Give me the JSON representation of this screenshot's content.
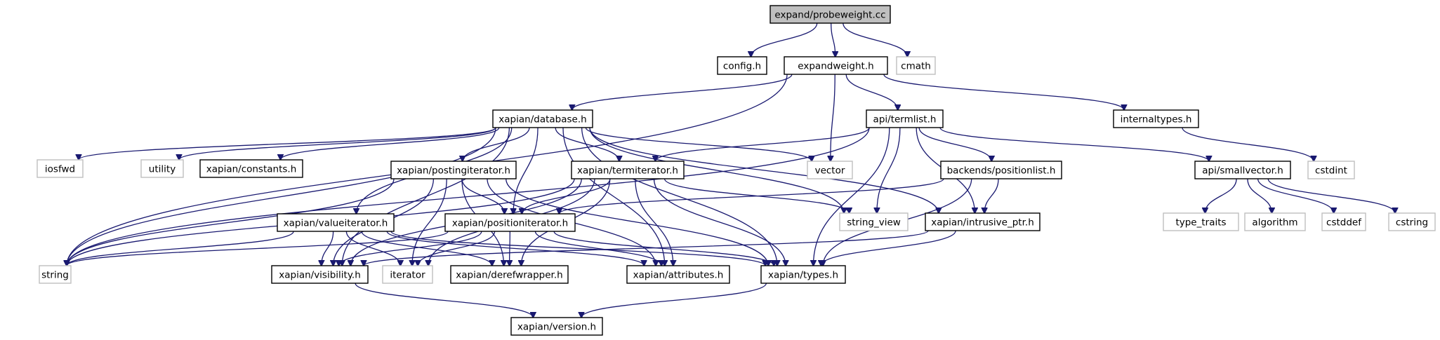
{
  "title": "expand/probeweight.cc",
  "colors": {
    "edge": "#191970",
    "root_fill": "#bfbfbf",
    "documented_border": "#000000",
    "external_border": "#bfbfbf",
    "external_text": "#000000"
  },
  "nodes": [
    {
      "id": "probeweight",
      "label": "expand/probeweight.cc",
      "kind": "root"
    },
    {
      "id": "config",
      "label": "config.h",
      "kind": "documented"
    },
    {
      "id": "expandweight",
      "label": "expandweight.h",
      "kind": "documented"
    },
    {
      "id": "cmath",
      "label": "cmath",
      "kind": "external"
    },
    {
      "id": "database",
      "label": "xapian/database.h",
      "kind": "documented"
    },
    {
      "id": "termlist",
      "label": "api/termlist.h",
      "kind": "documented"
    },
    {
      "id": "internaltypes",
      "label": "internaltypes.h",
      "kind": "documented"
    },
    {
      "id": "iosfwd",
      "label": "iosfwd",
      "kind": "external"
    },
    {
      "id": "utility",
      "label": "utility",
      "kind": "external"
    },
    {
      "id": "constants",
      "label": "xapian/constants.h",
      "kind": "documented"
    },
    {
      "id": "postingiterator",
      "label": "xapian/postingiterator.h",
      "kind": "documented"
    },
    {
      "id": "termiterator",
      "label": "xapian/termiterator.h",
      "kind": "documented"
    },
    {
      "id": "vector",
      "label": "vector",
      "kind": "external"
    },
    {
      "id": "positionlist",
      "label": "backends/positionlist.h",
      "kind": "documented"
    },
    {
      "id": "smallvector",
      "label": "api/smallvector.h",
      "kind": "documented"
    },
    {
      "id": "cstdint",
      "label": "cstdint",
      "kind": "external"
    },
    {
      "id": "valueiterator",
      "label": "xapian/valueiterator.h",
      "kind": "documented"
    },
    {
      "id": "positioniterator",
      "label": "xapian/positioniterator.h",
      "kind": "documented"
    },
    {
      "id": "string_view",
      "label": "string_view",
      "kind": "external"
    },
    {
      "id": "intrusive_ptr",
      "label": "xapian/intrusive_ptr.h",
      "kind": "documented"
    },
    {
      "id": "type_traits",
      "label": "type_traits",
      "kind": "external"
    },
    {
      "id": "algorithm",
      "label": "algorithm",
      "kind": "external"
    },
    {
      "id": "cstddef",
      "label": "cstddef",
      "kind": "external"
    },
    {
      "id": "cstring",
      "label": "cstring",
      "kind": "external"
    },
    {
      "id": "string",
      "label": "string",
      "kind": "external"
    },
    {
      "id": "visibility",
      "label": "xapian/visibility.h",
      "kind": "documented"
    },
    {
      "id": "iterator",
      "label": "iterator",
      "kind": "external"
    },
    {
      "id": "derefwrapper",
      "label": "xapian/derefwrapper.h",
      "kind": "documented"
    },
    {
      "id": "attributes",
      "label": "xapian/attributes.h",
      "kind": "documented"
    },
    {
      "id": "types",
      "label": "xapian/types.h",
      "kind": "documented"
    },
    {
      "id": "version",
      "label": "xapian/version.h",
      "kind": "documented"
    }
  ],
  "edges": [
    [
      "probeweight",
      "config"
    ],
    [
      "probeweight",
      "expandweight"
    ],
    [
      "probeweight",
      "cmath"
    ],
    [
      "expandweight",
      "database"
    ],
    [
      "expandweight",
      "termlist"
    ],
    [
      "expandweight",
      "internaltypes"
    ],
    [
      "expandweight",
      "vector"
    ],
    [
      "expandweight",
      "string"
    ],
    [
      "database",
      "iosfwd"
    ],
    [
      "database",
      "utility"
    ],
    [
      "database",
      "constants"
    ],
    [
      "database",
      "postingiterator"
    ],
    [
      "database",
      "termiterator"
    ],
    [
      "database",
      "vector"
    ],
    [
      "database",
      "valueiterator"
    ],
    [
      "database",
      "positioniterator"
    ],
    [
      "database",
      "string_view"
    ],
    [
      "database",
      "intrusive_ptr"
    ],
    [
      "database",
      "string"
    ],
    [
      "database",
      "visibility"
    ],
    [
      "database",
      "attributes"
    ],
    [
      "database",
      "types"
    ],
    [
      "termlist",
      "termiterator"
    ],
    [
      "termlist",
      "positionlist"
    ],
    [
      "termlist",
      "smallvector"
    ],
    [
      "termlist",
      "string_view"
    ],
    [
      "termlist",
      "intrusive_ptr"
    ],
    [
      "termlist",
      "string"
    ],
    [
      "termlist",
      "types"
    ],
    [
      "internaltypes",
      "cstdint"
    ],
    [
      "postingiterator",
      "positioniterator"
    ],
    [
      "postingiterator",
      "string"
    ],
    [
      "postingiterator",
      "visibility"
    ],
    [
      "postingiterator",
      "iterator"
    ],
    [
      "postingiterator",
      "derefwrapper"
    ],
    [
      "postingiterator",
      "attributes"
    ],
    [
      "postingiterator",
      "types"
    ],
    [
      "termiterator",
      "positioniterator"
    ],
    [
      "termiterator",
      "string"
    ],
    [
      "termiterator",
      "visibility"
    ],
    [
      "termiterator",
      "iterator"
    ],
    [
      "termiterator",
      "derefwrapper"
    ],
    [
      "termiterator",
      "attributes"
    ],
    [
      "termiterator",
      "types"
    ],
    [
      "termiterator",
      "string_view"
    ],
    [
      "positionlist",
      "positioniterator"
    ],
    [
      "positionlist",
      "intrusive_ptr"
    ],
    [
      "positionlist",
      "types"
    ],
    [
      "smallvector",
      "type_traits"
    ],
    [
      "smallvector",
      "algorithm"
    ],
    [
      "smallvector",
      "cstddef"
    ],
    [
      "smallvector",
      "cstring"
    ],
    [
      "valueiterator",
      "string"
    ],
    [
      "valueiterator",
      "visibility"
    ],
    [
      "valueiterator",
      "iterator"
    ],
    [
      "valueiterator",
      "derefwrapper"
    ],
    [
      "valueiterator",
      "attributes"
    ],
    [
      "valueiterator",
      "types"
    ],
    [
      "positioniterator",
      "string"
    ],
    [
      "positioniterator",
      "visibility"
    ],
    [
      "positioniterator",
      "iterator"
    ],
    [
      "positioniterator",
      "derefwrapper"
    ],
    [
      "positioniterator",
      "attributes"
    ],
    [
      "positioniterator",
      "types"
    ],
    [
      "intrusive_ptr",
      "visibility"
    ],
    [
      "intrusive_ptr",
      "types"
    ],
    [
      "visibility",
      "version"
    ],
    [
      "types",
      "version"
    ]
  ]
}
